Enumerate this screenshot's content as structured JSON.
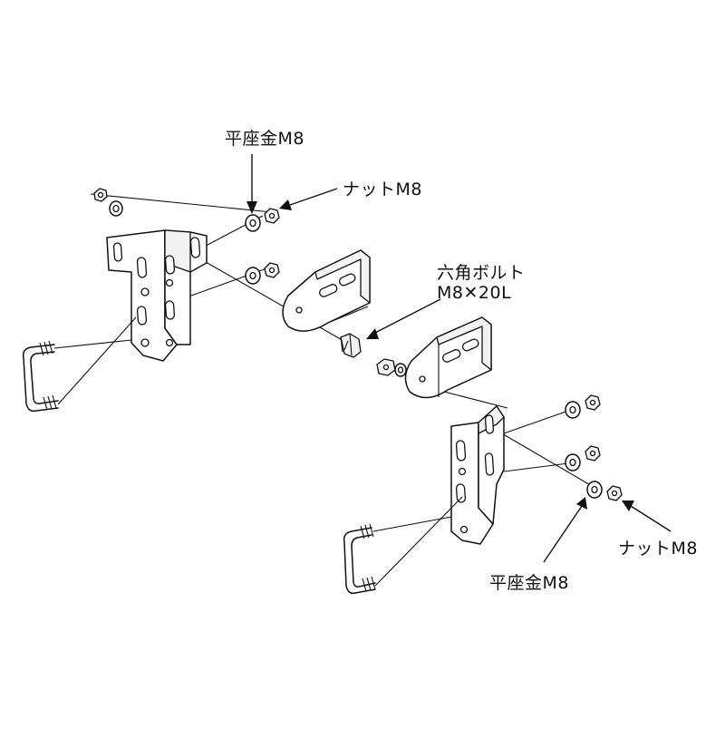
{
  "labels": {
    "washer_top": "平座金M8",
    "nut_top": "ナットM8",
    "bolt_line1": "六角ボルト",
    "bolt_line2": "M8✕20L",
    "nut_bottom": "ナットM8",
    "washer_bottom": "平座金M8"
  }
}
